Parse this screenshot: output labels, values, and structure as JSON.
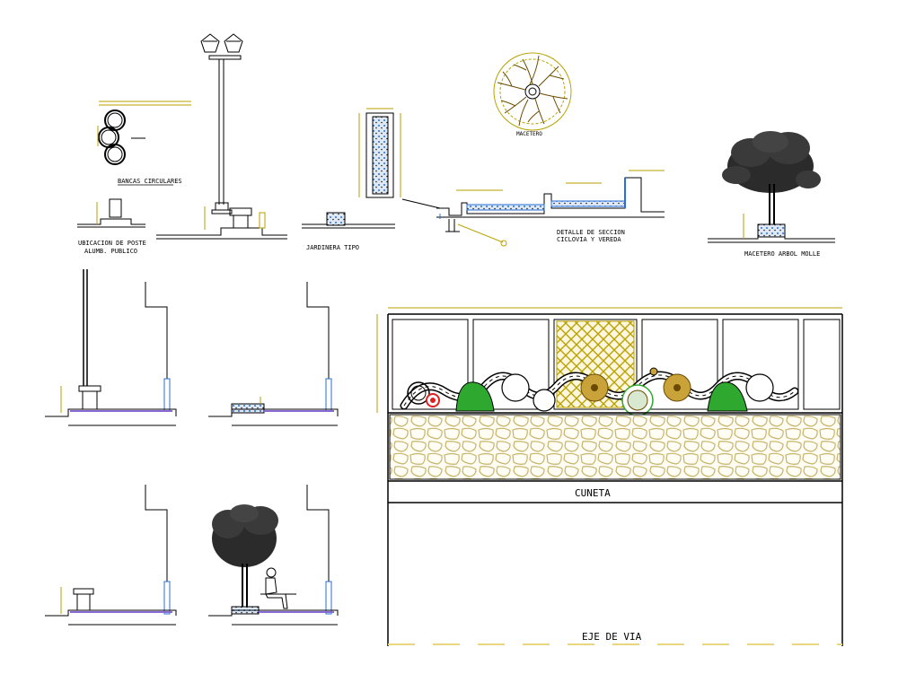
{
  "labels": {
    "bancas": "BANCAS CIRCULARES",
    "ubicacion_l1": "UBICACION DE POSTE",
    "ubicacion_l2": "ALUMB. PUBLICO",
    "jardinera": "JARDINERA TIPO",
    "macetero": "MACETERO",
    "detalle_l1": "DETALLE DE SECCION",
    "detalle_l2": "CICLOVIA Y VEREDA",
    "macetero_arbol": "MACETERO ARBOL MOLLE",
    "cuneta": "CUNETA",
    "eje_via": "EJE DE VIA"
  },
  "colors": {
    "line": "#000000",
    "cad_yellow": "#b8a200",
    "cad_green": "#2fa82f",
    "cad_blue": "#2a6fd6",
    "cad_red": "#e02020",
    "stone": "#c7b46a",
    "leaf": "#1a1a1a"
  }
}
